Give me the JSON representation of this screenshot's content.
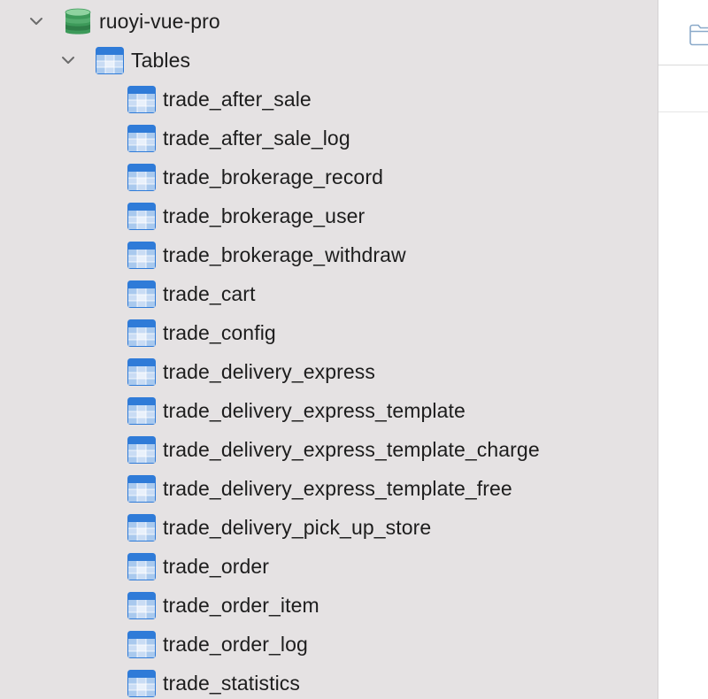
{
  "tree": {
    "database": {
      "label": "ruoyi-vue-pro",
      "icon": "database-icon",
      "expanded": true
    },
    "group": {
      "label": "Tables",
      "icon": "tables-icon",
      "expanded": true
    },
    "tables": [
      "trade_after_sale",
      "trade_after_sale_log",
      "trade_brokerage_record",
      "trade_brokerage_user",
      "trade_brokerage_withdraw",
      "trade_cart",
      "trade_config",
      "trade_delivery_express",
      "trade_delivery_express_template",
      "trade_delivery_express_template_charge",
      "trade_delivery_express_template_free",
      "trade_delivery_pick_up_store",
      "trade_order",
      "trade_order_item",
      "trade_order_log",
      "trade_statistics"
    ]
  },
  "colors": {
    "sidebar_bg": "#e5e2e3",
    "table_icon_blue": "#2f7bd8",
    "database_green": "#3d9a5a"
  }
}
